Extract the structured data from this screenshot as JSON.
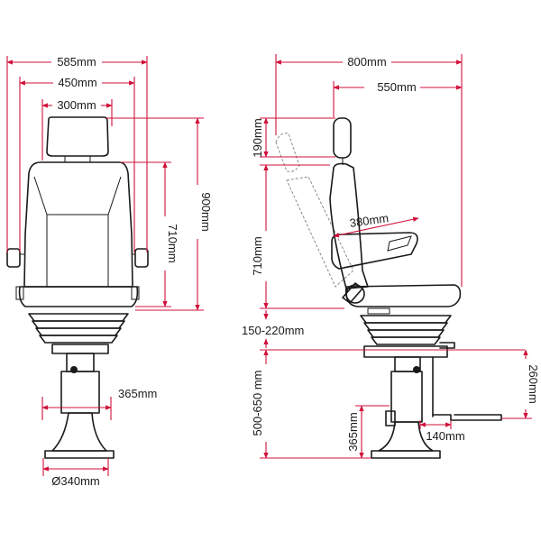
{
  "colors": {
    "dimension": "#d0103a",
    "outline": "#1a1a1a",
    "ghost": "#8a8a8a"
  },
  "front_view": {
    "width_overall": "585mm",
    "width_armrests": "450mm",
    "width_headrest": "300mm",
    "height_backrest": "710mm",
    "height_total": "900mm",
    "column_width": "365mm",
    "base_diameter": "Ø340mm"
  },
  "side_view": {
    "depth_overall": "800mm",
    "depth_seat": "550mm",
    "headrest_adjust": "190mm",
    "backrest_height": "710mm",
    "armrest_length": "380mm",
    "suspension_height": "150-220mm",
    "pedestal_height": "500-650 mm",
    "column_height": "365mm",
    "footrest_height": "260mm",
    "footrest_depth": "140mm"
  }
}
